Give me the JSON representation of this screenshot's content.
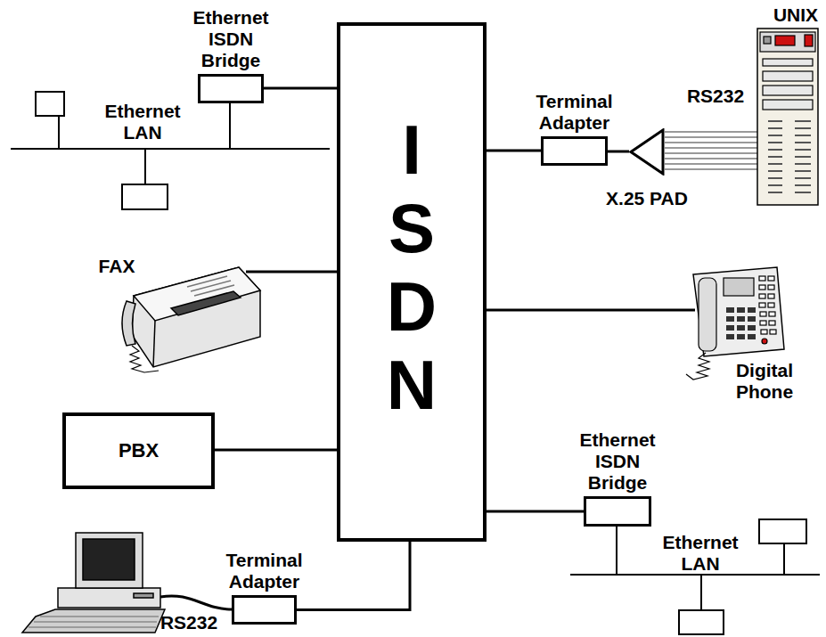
{
  "diagram": {
    "nodes": [
      {
        "text": [
          "ISDN"
        ]
      },
      {
        "text": [
          "Ethernet ISDN Bridge"
        ]
      },
      {
        "text": [
          "Terminal Adapter"
        ]
      },
      {
        "text": [
          "X.25 PAD"
        ]
      },
      {
        "text": [
          "PBX"
        ]
      },
      {
        "text": [
          "Ethernet ISDN Bridge"
        ]
      },
      {
        "text": [
          "Terminal Adapter"
        ]
      }
    ],
    "edges": [
      {
        "from": 1,
        "to": 0,
        "arrow": "none"
      },
      {
        "from": 0,
        "to": 2,
        "arrow": "none"
      },
      {
        "from": 2,
        "to": 3,
        "arrow": "none"
      },
      {
        "from": 4,
        "to": 0,
        "arrow": "none"
      },
      {
        "from": 0,
        "to": 5,
        "arrow": "none"
      },
      {
        "from": 6,
        "to": 0,
        "arrow": "none"
      }
    ],
    "labels": [
      "Ethernet LAN",
      "UNIX",
      "RS232",
      "FAX",
      "Digital Phone",
      "Ethernet LAN",
      "RS232"
    ]
  }
}
